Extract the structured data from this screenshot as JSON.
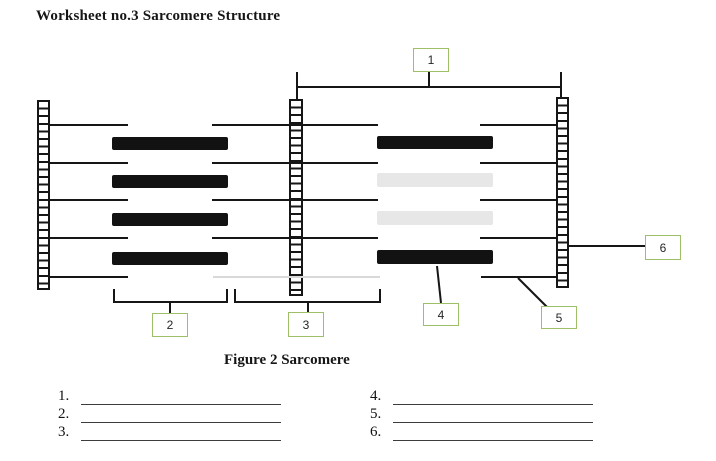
{
  "page": {
    "title": "Worksheet no.3 Sarcomere Structure",
    "figure_caption": "Figure 2 Sarcomere"
  },
  "diagram": {
    "labels": [
      "1",
      "2",
      "3",
      "4",
      "5",
      "6"
    ]
  },
  "answers": {
    "left": [
      {
        "number": "1."
      },
      {
        "number": "2."
      },
      {
        "number": "3."
      }
    ],
    "right": [
      {
        "number": "4."
      },
      {
        "number": "5."
      },
      {
        "number": "6."
      }
    ]
  },
  "colors": {
    "ink": "#161616",
    "label_box_border": "#9cbf67",
    "faded_filament_gray": "#e7e7e7",
    "faded_line_gray": "#d9d9d9"
  }
}
